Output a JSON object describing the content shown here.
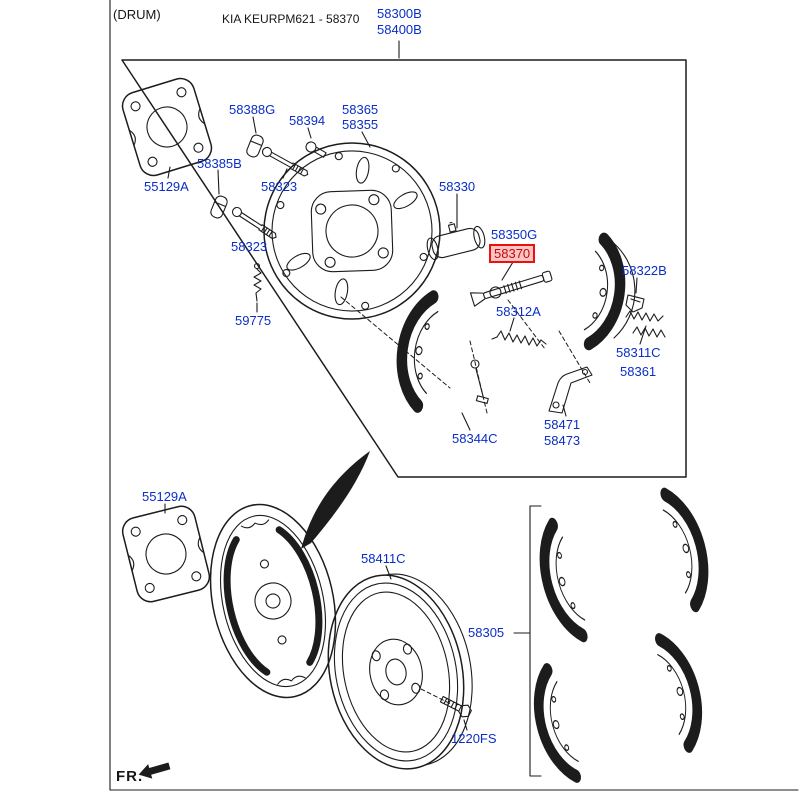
{
  "page": {
    "type_label": "(DRUM)",
    "catalog_code": "KIA KEURPM621 - 58370",
    "direction_label": "FR."
  },
  "colors": {
    "label_blue": "#0a2ec7",
    "highlight_border": "#e8130c",
    "highlight_fill": "#ffc4c4",
    "highlight_text": "#c00a0a",
    "line": "#1c1c1c"
  },
  "labels": {
    "assy_top": "58300B",
    "assy_bottom": "58400B",
    "grommet": "58388G",
    "bolt_58394": "58394",
    "plate_top": "58365",
    "plate_bottom": "58355",
    "gasket_top": "55129A",
    "plug_58385B": "58385B",
    "bolt_58323_upper": "58323",
    "wheel_cylinder": "58330",
    "bolt_58323_lower": "58323",
    "adjuster_assy": "58350G",
    "adjuster_highlight": "58370",
    "clip_58322B": "58322B",
    "spring_58312A": "58312A",
    "pin_59775": "59775",
    "spring_58311C": "58311C",
    "spring_58361": "58361",
    "shoe_58344C": "58344C",
    "lever_58471": "58471",
    "lever_58473": "58473",
    "gasket_bottom": "55129A",
    "drum": "58411C",
    "shoe_kit": "58305",
    "bolt_1220FS": "1220FS"
  }
}
